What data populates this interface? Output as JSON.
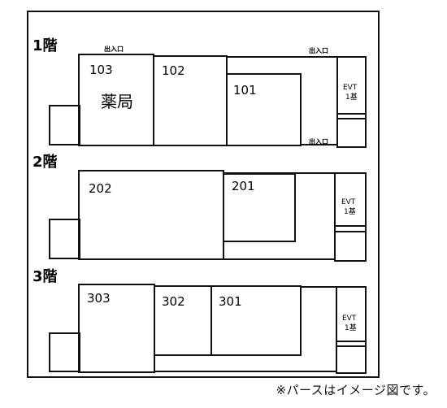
{
  "floors": [
    {
      "label": "1階",
      "units": [
        {
          "id": "unit-103",
          "number": "103",
          "sub": "薬局"
        },
        {
          "id": "unit-102",
          "number": "102"
        },
        {
          "id": "unit-101",
          "number": "101"
        }
      ],
      "entrances": [
        "出入口",
        "出入口",
        "出入口"
      ]
    },
    {
      "label": "2階",
      "units": [
        {
          "id": "unit-202",
          "number": "202"
        },
        {
          "id": "unit-201",
          "number": "201"
        }
      ]
    },
    {
      "label": "3階",
      "units": [
        {
          "id": "unit-303",
          "number": "303"
        },
        {
          "id": "unit-302",
          "number": "302"
        },
        {
          "id": "unit-301",
          "number": "301"
        }
      ]
    }
  ],
  "elevator": {
    "line1": "EVT",
    "line2": "1基"
  },
  "caption": "※パースはイメージ図です。"
}
